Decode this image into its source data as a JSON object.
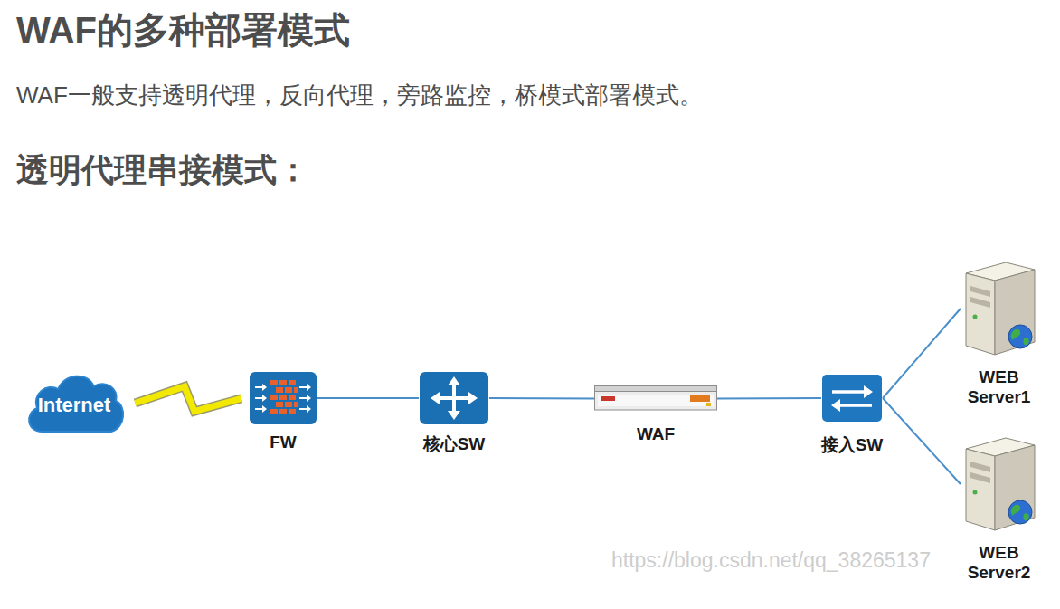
{
  "diagram": {
    "title": "WAF的多种部署模式",
    "nodes": [
      {
        "text": [
          "Internet"
        ]
      },
      {
        "text": [
          "FW"
        ]
      },
      {
        "text": [
          "核心SW"
        ]
      },
      {
        "text": [
          "WAF"
        ]
      },
      {
        "text": [
          "接入SW"
        ]
      },
      {
        "text": [
          "WEB Server1"
        ]
      },
      {
        "text": [
          "WEB Server2"
        ]
      }
    ],
    "edges": [
      {
        "from": 0,
        "to": 1,
        "arrow": "none"
      },
      {
        "from": 1,
        "to": 2,
        "arrow": "none"
      },
      {
        "from": 2,
        "to": 3,
        "arrow": "none"
      },
      {
        "from": 3,
        "to": 4,
        "arrow": "none"
      },
      {
        "from": 4,
        "to": 5,
        "arrow": "none"
      },
      {
        "from": 4,
        "to": 6,
        "arrow": "none"
      }
    ],
    "labels": [
      "WAF一般支持透明代理，反向代理，旁路监控，桥模式部署模式。",
      "透明代理串接模式：",
      "https://blog.csdn.net/qq_38265137"
    ]
  }
}
